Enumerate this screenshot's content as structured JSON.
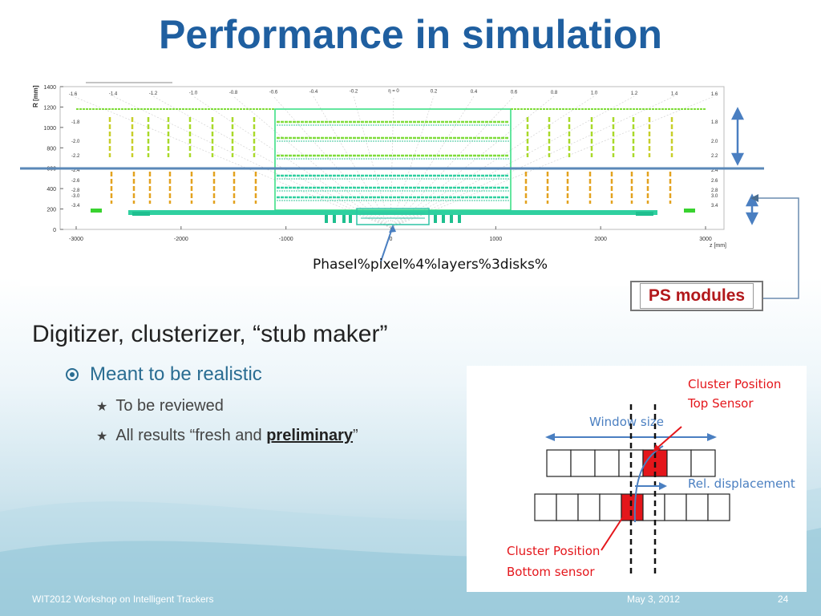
{
  "slide": {
    "title": "Performance in simulation",
    "sim_caption": "PhaseI%pixel%4%layers%3disks%",
    "ps_label": "PS modules"
  },
  "plot": {
    "y_axis_label": "R [mm]",
    "x_axis_label": "z [mm]",
    "y_ticks": [
      "1400",
      "1200",
      "1000",
      "800",
      "600",
      "400",
      "200",
      "0"
    ],
    "x_ticks": [
      "-3000",
      "-2000",
      "-1000",
      "0",
      "1000",
      "2000",
      "3000"
    ],
    "eta_top": [
      "-1.6",
      "-1.4",
      "-1.2",
      "-1.0",
      "-0.8",
      "-0.6",
      "-0.4",
      "-0.2",
      "η = 0",
      "0.2",
      "0.4",
      "0.6",
      "0.8",
      "1.0",
      "1.2",
      "1.4",
      "1.6"
    ],
    "eta_left": [
      "-1.8",
      "-2.0",
      "-2.2",
      "-2.4",
      "-2.6",
      "-2.8",
      "-3.0",
      "-3.4"
    ],
    "eta_right": [
      "1.8",
      "2.0",
      "2.2",
      "2.4",
      "2.6",
      "2.8",
      "3.0",
      "3.4"
    ]
  },
  "bullets": {
    "level1": "Digitizer, clusterizer, “stub maker”",
    "level2": "Meant to be realistic",
    "level3a": "To be reviewed",
    "level3b_prefix": "All results “fresh and ",
    "level3b_bold": "preliminary",
    "level3b_suffix": "”"
  },
  "cluster": {
    "top_label_1": "Cluster Position",
    "top_label_2": "Top Sensor",
    "window_label": "Window size",
    "displacement_label": "Rel. displacement",
    "bottom_label_1": "Cluster Position",
    "bottom_label_2": "Bottom sensor"
  },
  "footer": {
    "left": "WIT2012 Workshop on Intelligent Trackers",
    "date": "May 3, 2012",
    "page": "24"
  },
  "colors": {
    "title": "#1f5fa0",
    "accent_red": "#b2181b",
    "arrow_blue": "#4a7fc1",
    "cluster_red": "#e4161b"
  }
}
